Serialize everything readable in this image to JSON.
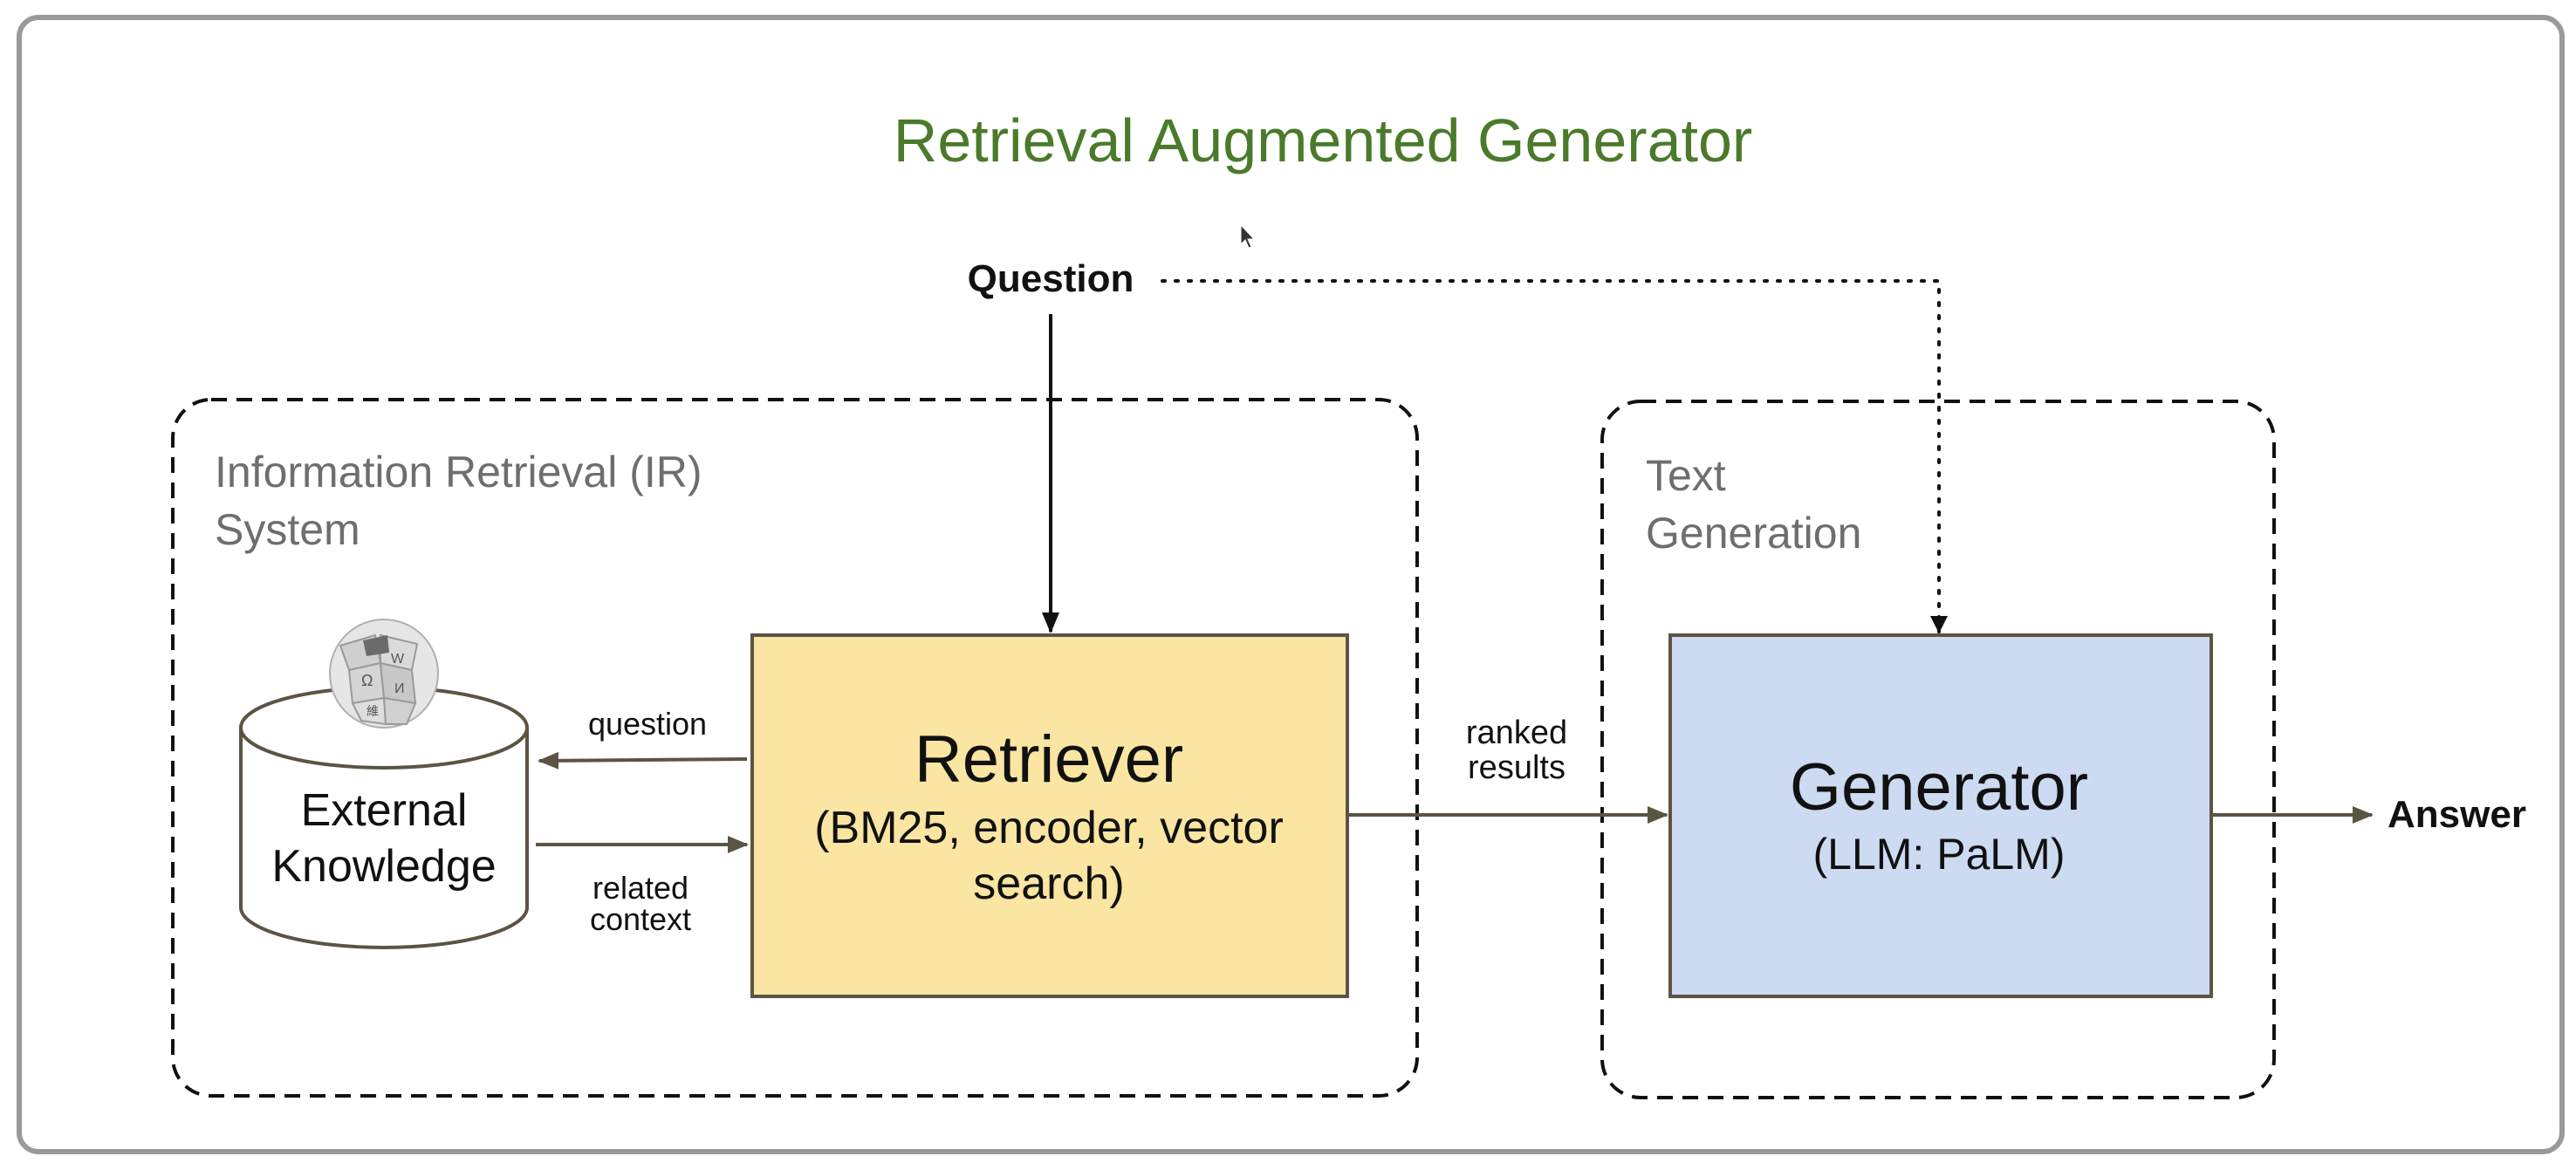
{
  "diagram": {
    "title": "Retrieval Augmented Generator",
    "question_label": "Question",
    "answer_label": "Answer",
    "ir_system": {
      "label_line1": "Information Retrieval (IR)",
      "label_line2": "System"
    },
    "text_generation": {
      "label_line1": "Text",
      "label_line2": "Generation"
    },
    "knowledge_store": {
      "line1": "External",
      "line2": "Knowledge"
    },
    "retriever": {
      "title": "Retriever",
      "subtitle_line1": "(BM25, encoder, vector",
      "subtitle_line2": "search)"
    },
    "generator": {
      "title": "Generator",
      "subtitle": "(LLM: PaLM)"
    },
    "edges": {
      "question_to_store": "question",
      "context_line1": "related",
      "context_line2": "context",
      "ranked_line1": "ranked",
      "ranked_line2": "results"
    },
    "colors": {
      "title": "#4a7a2a",
      "retriever_fill": "#fae5a2",
      "generator_fill": "#ccdaf2",
      "box_stroke": "#5c5443",
      "arrow": "#5c5443",
      "group_label": "#6e6e6e",
      "frame": "#9a9a9a"
    }
  }
}
